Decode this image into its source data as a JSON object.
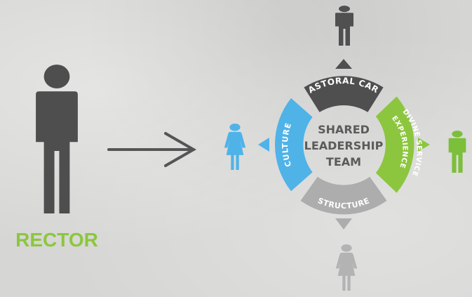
{
  "rector": {
    "label": "RECTOR",
    "color": "#8cc63f",
    "icon": "male-person-icon",
    "icon_color": "#4e4e4e"
  },
  "arrow": {
    "icon": "right-arrow-icon",
    "color": "#555555"
  },
  "team": {
    "center_lines": [
      "SHARED",
      "LEADERSHIP",
      "TEAM"
    ],
    "center_color": "#5b5b5b",
    "segments": [
      {
        "key": "top",
        "label": "PASTORAL CARE",
        "color": "#4f4f4f",
        "person_icon": "male-person-icon",
        "person_color": "#505050"
      },
      {
        "key": "right",
        "label_lines": [
          "DIVINE SERVICE",
          "EXPERIENCE"
        ],
        "color": "#8cc63f",
        "person_icon": "male-person-icon",
        "person_color": "#7cbf3a"
      },
      {
        "key": "bottom",
        "label": "STRUCTURE",
        "color": "#adadad",
        "person_icon": "female-person-icon",
        "person_color": "#b3b3b3"
      },
      {
        "key": "left",
        "label": "CULTURE",
        "color": "#4fb3e8",
        "person_icon": "female-person-icon",
        "person_color": "#4fb3e8"
      }
    ]
  }
}
